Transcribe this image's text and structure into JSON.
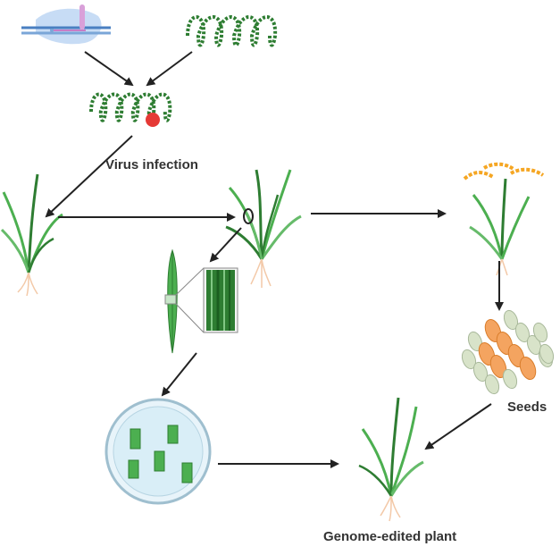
{
  "labels": {
    "virus_infection": "Virus infection",
    "seeds": "Seeds",
    "genome_edited_plant": "Genome-edited plant"
  },
  "colors": {
    "virus_green": "#2e7d32",
    "virus_bead": "#3a9a3f",
    "spot_red": "#e53935",
    "leaf_green": "#4caf50",
    "leaf_dark": "#2e7d32",
    "root": "#f3c9a8",
    "dish_fill": "#d9eef7",
    "dish_edge": "#9fbfcf",
    "panicle_orange": "#f5a623",
    "seed_orange": "#f4a460",
    "seed_grey": "#d8e3c9",
    "plasmid_blue": "#b9d3f2",
    "plasmid_pink": "#d9a0d9",
    "arrow": "#222222"
  },
  "icons": {
    "construct": "crispr-construct-icon",
    "virus": "viral-vector-icon",
    "plant": "rice-plant-icon",
    "leaf": "leaf-section-icon",
    "dish": "petri-dish-icon",
    "seeds": "seed-cluster-icon"
  }
}
